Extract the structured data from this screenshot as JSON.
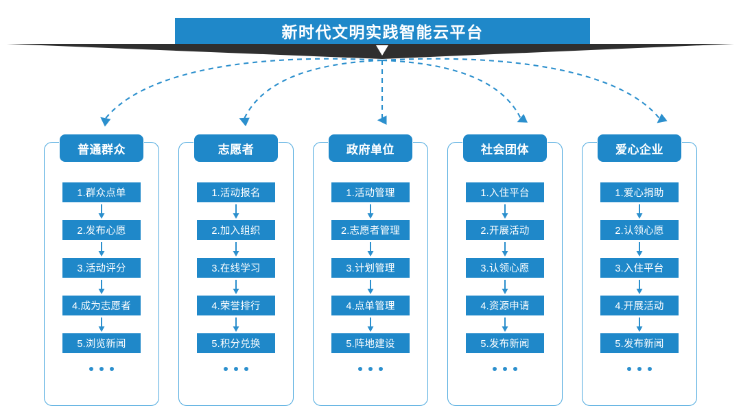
{
  "header": {
    "title": "新时代文明实践智能云平台",
    "banner_color": "#1f88c9",
    "ribbon_color": "#2f2f2f"
  },
  "theme": {
    "accent": "#1f88c9",
    "frame_border": "#4ba8de",
    "connector": "#2b8fcd",
    "background": "#ffffff"
  },
  "ellipsis": "• • •",
  "columns": [
    {
      "title": "普通群众",
      "steps": [
        "1.群众点单",
        "2.发布心愿",
        "3.活动评分",
        "4.成为志愿者",
        "5.浏览新闻"
      ]
    },
    {
      "title": "志愿者",
      "steps": [
        "1.活动报名",
        "2.加入组织",
        "3.在线学习",
        "4.荣誉排行",
        "5.积分兑换"
      ]
    },
    {
      "title": "政府单位",
      "steps": [
        "1.活动管理",
        "2.志愿者管理",
        "3.计划管理",
        "4.点单管理",
        "5.阵地建设"
      ]
    },
    {
      "title": "社会团体",
      "steps": [
        "1.入住平台",
        "2.开展活动",
        "3.认领心愿",
        "4.资源申请",
        "5.发布新闻"
      ]
    },
    {
      "title": "爱心企业",
      "steps": [
        "1.爱心捐助",
        "2.认领心愿",
        "3.入住平台",
        "4.开展活动",
        "5.发布新闻"
      ]
    }
  ]
}
